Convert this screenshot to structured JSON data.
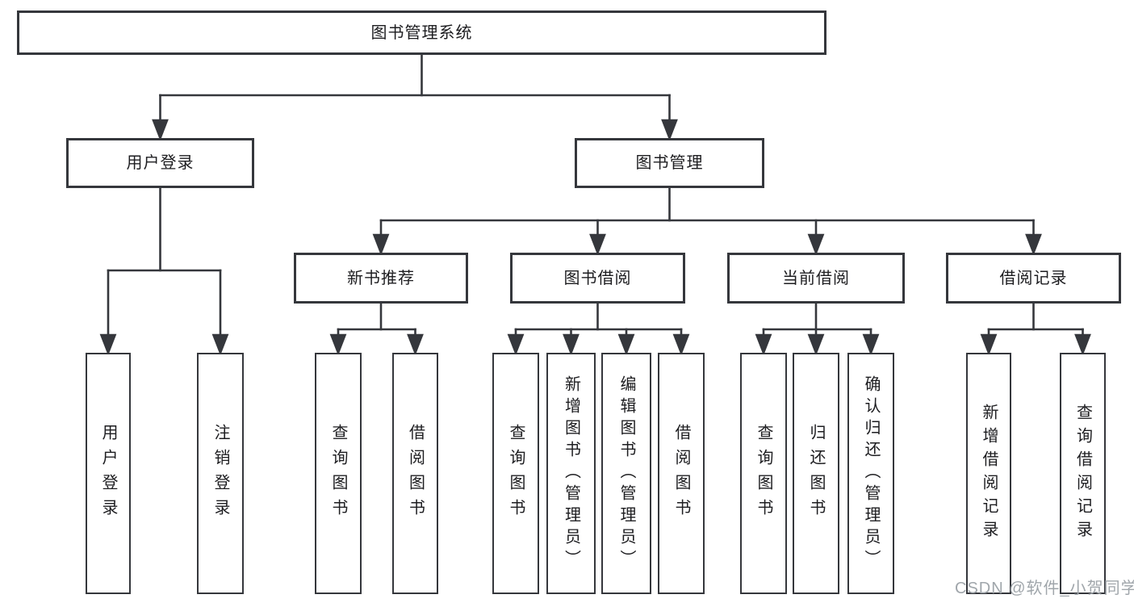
{
  "nodes": {
    "root": "图书管理系统",
    "user_login": "用户登录",
    "book_management": "图书管理",
    "new_book_recommend": "新书推荐",
    "book_borrow": "图书借阅",
    "current_borrow": "当前借阅",
    "borrow_records": "借阅记录",
    "leaf_user_login": "用户登录",
    "leaf_logout": "注销登录",
    "nb_query_books": "查询图书",
    "nb_borrow_books": "借阅图书",
    "bb_query_books": "查询图书",
    "bb_add_books": "新增图书（管理员）",
    "bb_edit_books": "编辑图书（管理员）",
    "bb_borrow_books": "借阅图书",
    "cb_query_books": "查询图书",
    "cb_return_books": "归还图书",
    "cb_confirm_return": "确认归还（管理员）",
    "br_add_record": "新增借阅记录",
    "br_query_record": "查询借阅记录"
  },
  "watermark": {
    "text": "CSDN @软件_小贺同学"
  },
  "colors": {
    "line": "#35373c",
    "border": "#35373c",
    "text": "#1d1d20",
    "watermark": "#a0a6ab",
    "background": "#ffffff"
  }
}
